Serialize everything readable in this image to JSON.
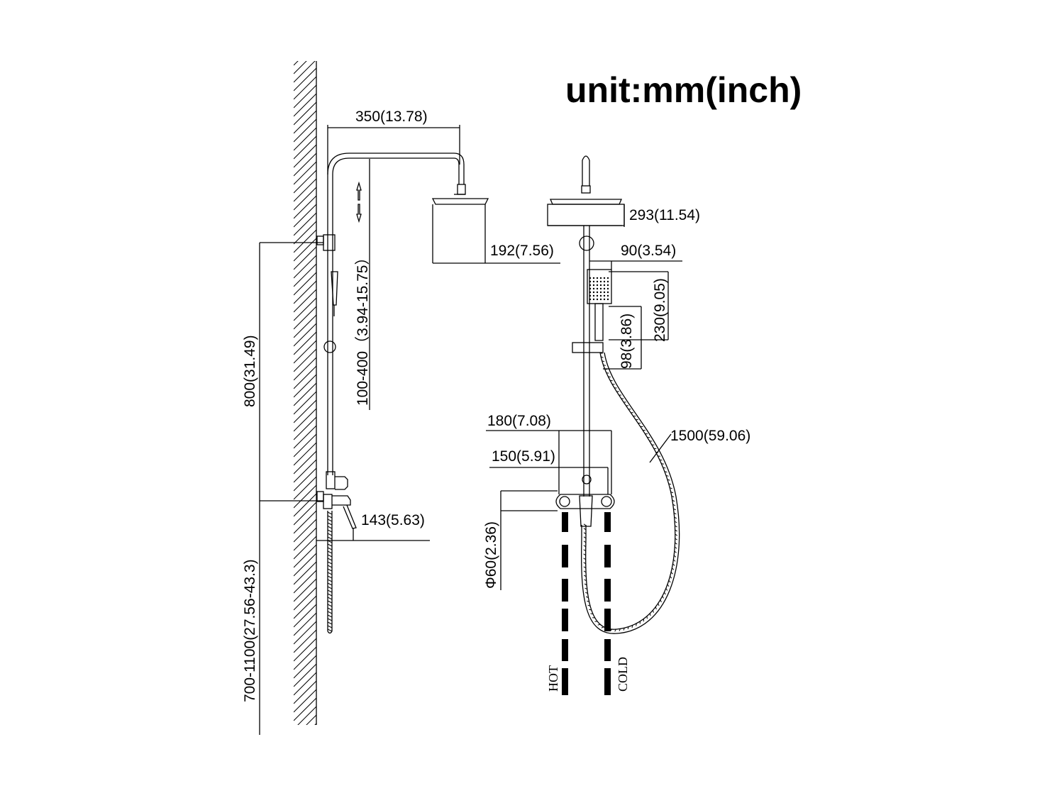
{
  "title": "unit:mm(inch)",
  "dimensions": {
    "arm_length": "350(13.78)",
    "head_height": "192(7.56)",
    "slide_range": "100-400（3.94-15.75）",
    "column_height": "800(31.49)",
    "install_height": "700-1100(27.56-43.3)",
    "spout_projection": "143(5.63)",
    "head_width": "293(11.54)",
    "handshower_width": "90(3.54)",
    "handshower_length": "230(9.05)",
    "handle_length": "98(3.86)",
    "hose_length": "1500(59.06)",
    "mixer_width": "180(7.08)",
    "inlet_centers": "150(5.91)",
    "escutcheon_diameter": "Φ60(2.36)"
  },
  "pipes": {
    "hot": "HOT",
    "cold": "COLD"
  }
}
